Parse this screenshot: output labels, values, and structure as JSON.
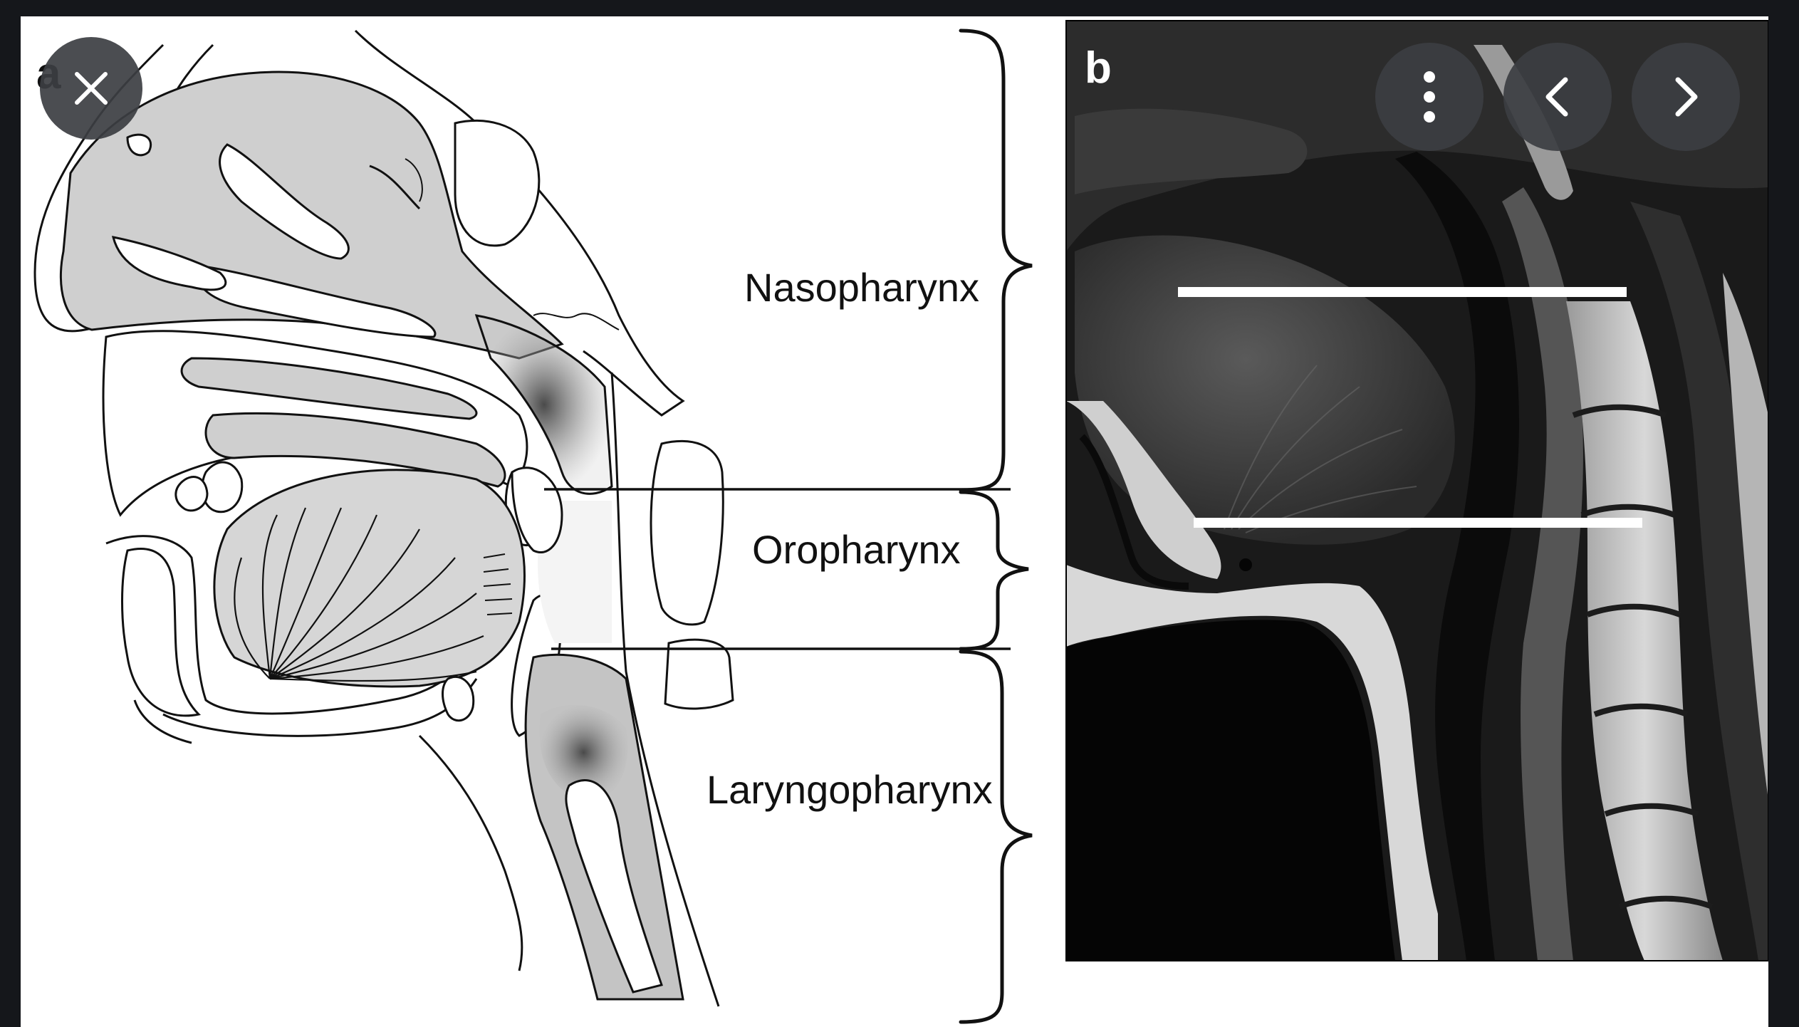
{
  "viewer": {
    "background_color": "#15171b"
  },
  "figure": {
    "panel_a": {
      "letter": "a",
      "regions": {
        "nasopharynx": "Nasopharynx",
        "oropharynx": "Oropharynx",
        "laryngopharynx": "Laryngopharynx"
      }
    },
    "panel_b": {
      "letter": "b"
    }
  },
  "controls": {
    "close": {
      "icon": "close-icon"
    },
    "more": {
      "icon": "more-vertical-icon"
    },
    "previous": {
      "icon": "chevron-left-icon"
    },
    "next": {
      "icon": "chevron-right-icon"
    }
  }
}
